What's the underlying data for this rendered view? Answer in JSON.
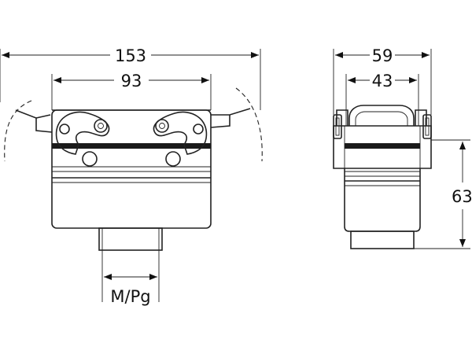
{
  "dimensions": {
    "overall_width": "153",
    "frame_width": "93",
    "entry_thread": "M/Pg",
    "side_width": "59",
    "side_inner_width": "43",
    "height": "63"
  }
}
